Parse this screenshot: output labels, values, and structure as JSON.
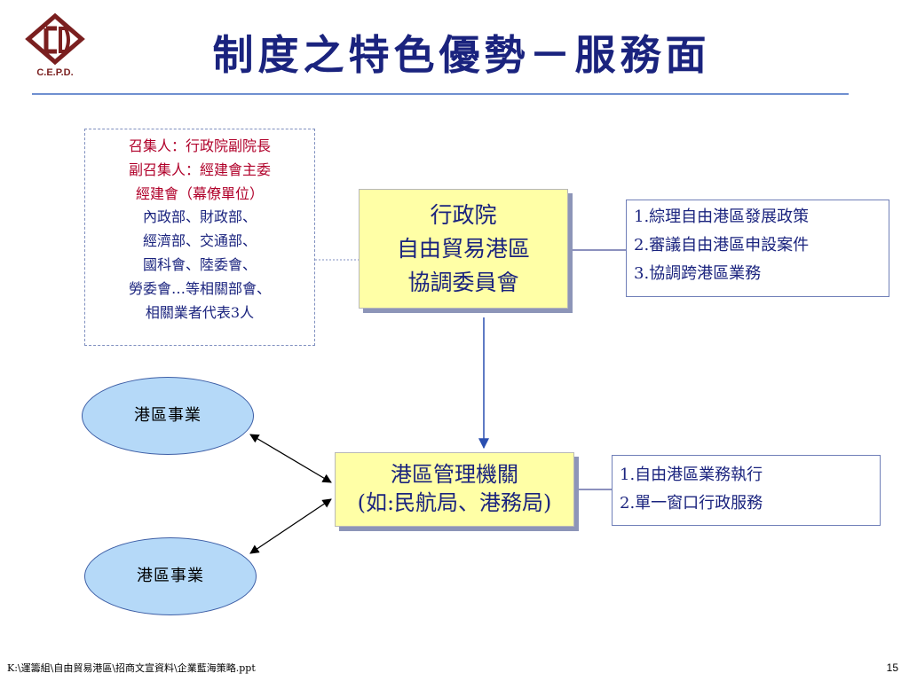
{
  "logo": {
    "text": "C.E.P.D."
  },
  "title": "制度之特色優勢－服務面",
  "members_box": {
    "lines_red": [
      "召集人：行政院副院長",
      "副召集人：經建會主委",
      "經建會（幕僚單位）"
    ],
    "lines_blue": [
      "內政部、財政部、",
      "經濟部、交通部、",
      "國科會、陸委會、",
      "勞委會…等相關部會、",
      "相關業者代表3人"
    ]
  },
  "main_box": {
    "lines": [
      "行政院",
      "自由貿易港區",
      "協調委員會"
    ]
  },
  "main_tasks": [
    "1.綜理自由港區發展政策",
    "2.審議自由港區申設案件",
    "3.協調跨港區業務"
  ],
  "sub_box": {
    "lines": [
      "港區管理機關",
      "(如:民航局、港務局)"
    ]
  },
  "sub_tasks": [
    "1.自由港區業務執行",
    "2.單一窗口行政服務"
  ],
  "enterprise_1": "港區事業",
  "enterprise_2": "港區事業",
  "footer": {
    "path": "K:\\運籌組\\自由貿易港區\\招商文宣資料\\企業藍海策略.ppt",
    "page": "15"
  },
  "colors": {
    "title": "#1a237e",
    "box_fill": "#ffffa6",
    "ellipse_fill": "#b5d9f8",
    "red_text": "#b0002a"
  }
}
